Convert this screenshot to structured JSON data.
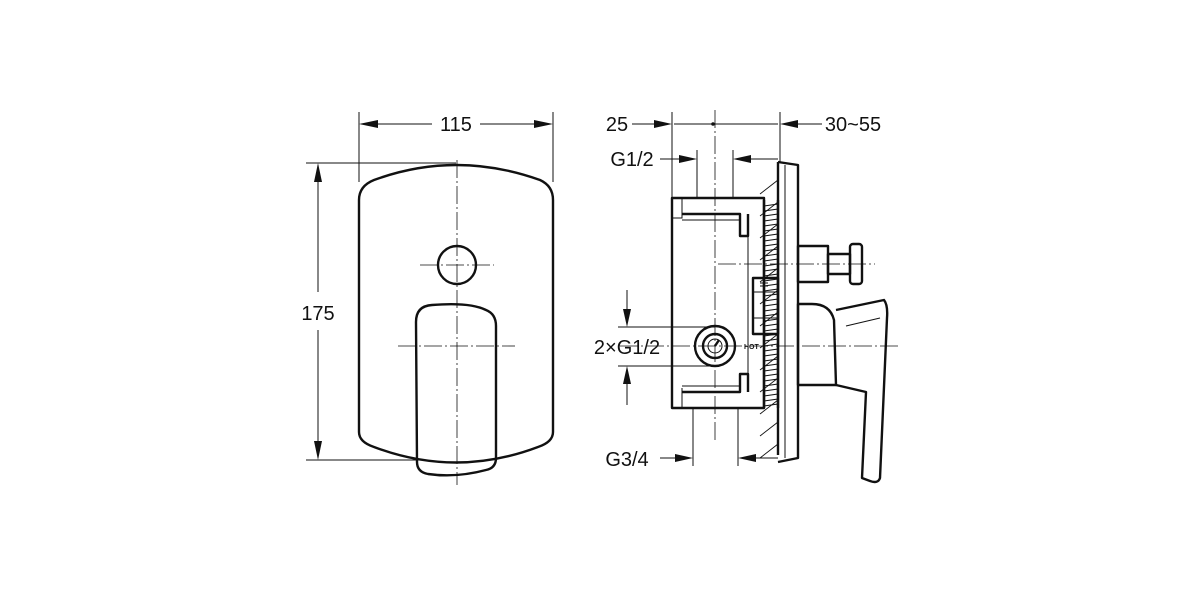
{
  "front_view": {
    "width_label": "115",
    "height_label": "175"
  },
  "side_view": {
    "depth_label_left": "25",
    "depth_label_right": "30~55",
    "top_inlet_label": "G1/2",
    "side_inlets_label": "2×G1/2",
    "outlet_label": "G3/4",
    "hot_marker": "HOT"
  }
}
